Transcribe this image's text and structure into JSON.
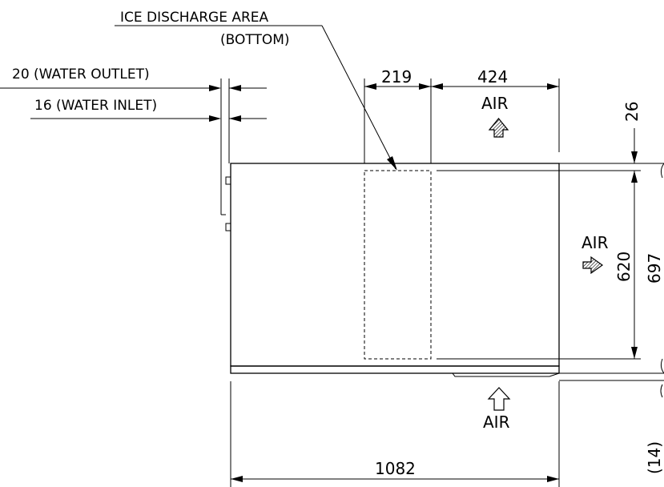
{
  "labels": {
    "ice_discharge_line1": "ICE DISCHARGE AREA",
    "ice_discharge_line2": "(BOTTOM)",
    "water_outlet": "20 (WATER OUTLET)",
    "water_inlet": "16 (WATER INLET)",
    "air_top": "AIR",
    "air_right": "AIR",
    "air_bottom": "AIR"
  },
  "dimensions": {
    "width_219": "219",
    "width_424": "424",
    "top_26": "26",
    "depth_620": "620",
    "depth_697": "697",
    "bottom_14": "(14)",
    "overall_1082": "1082"
  }
}
